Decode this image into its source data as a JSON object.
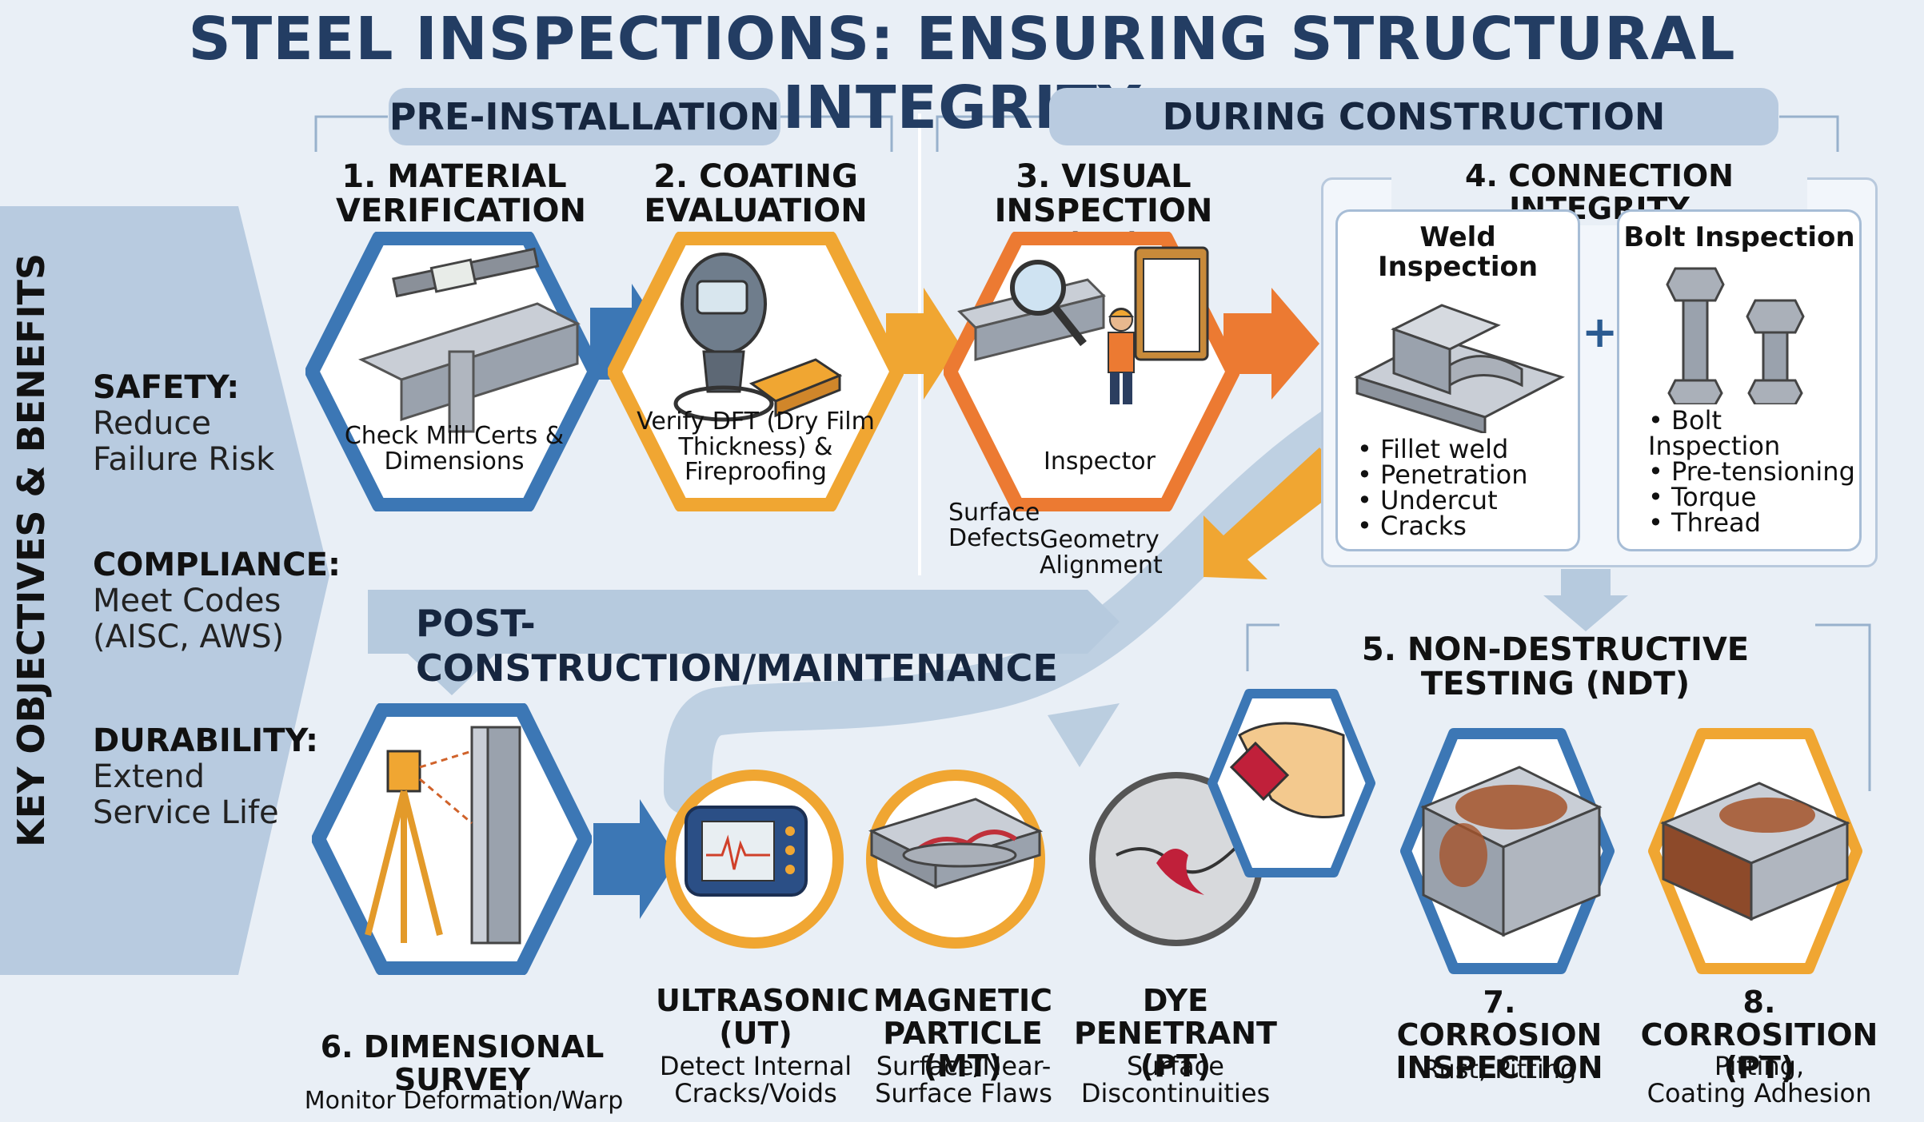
{
  "title": "STEEL INSPECTIONS: ENSURING STRUCTURAL INTEGRITY",
  "sidebar": {
    "heading": "KEY OBJECTIVES & BENEFITS",
    "items": [
      {
        "label": "SAFETY:",
        "text1": "Reduce",
        "text2": "Failure Risk"
      },
      {
        "label": "COMPLIANCE:",
        "text1": "Meet Codes",
        "text2": "(AISC, AWS)"
      },
      {
        "label": "DURABILITY:",
        "text1": "Extend",
        "text2": "Service Life"
      }
    ]
  },
  "phases": {
    "pre": "PRE-INSTALLATION",
    "during": "DURING CONSTRUCTION",
    "post": "POST-CONSTRUCTION/MAINTENANCE"
  },
  "steps": {
    "s1": {
      "title1": "1. MATERIAL",
      "title2": "VERIFICATION",
      "cap1": "Check Mill Certs &",
      "cap2": "Dimensions"
    },
    "s2": {
      "title1": "2. COATING",
      "title2": "EVALUATION",
      "cap1": "Verify DFT (Dry Film",
      "cap2": "Thickness) &",
      "cap3": "Fireproofing"
    },
    "s3": {
      "title1": "3. VISUAL",
      "title2": "INSPECTION (VT)",
      "inspector": "Inspector",
      "surface1": "Surface",
      "surface2": "Defects",
      "geom1": "Geometry",
      "geom2": "Alignment"
    },
    "s4": {
      "title": "4. CONNECTION INTEGRITY",
      "weld": {
        "title": "Weld Inspection",
        "items": [
          "Fillet weld",
          "Penetration",
          "Undercut",
          "Cracks"
        ]
      },
      "plus": "+",
      "bolt": {
        "title": "Bolt Inspection",
        "items": [
          "Bolt Inspection",
          "Pre-tensioning",
          "Torque",
          "Thread"
        ]
      }
    },
    "s5": {
      "title": "5. NON-DESTRUCTIVE TESTING (NDT)"
    },
    "s6": {
      "title1": "6. DIMENSIONAL",
      "title2": "SURVEY",
      "cap": "Monitor Deformation/Warp"
    },
    "ut": {
      "title1": "ULTRASONIC",
      "title2": "(UT)",
      "cap1": "Detect Internal",
      "cap2": "Cracks/Voids",
      "screen": "/\\/\\"
    },
    "mt": {
      "title1": "MAGNETIC",
      "title2": "PARTICLE (MT)",
      "cap1": "Surface/Near-",
      "cap2": "Surface Flaws"
    },
    "pt": {
      "title1": "DYE PENETRANT",
      "title2": "(PT)",
      "cap1": "Surface",
      "cap2": "Discontinuities"
    },
    "s7": {
      "title1": "7. CORROSION",
      "title2": "INSPECTION",
      "cap": "Rust, Pitting"
    },
    "s8": {
      "title1": "8. CORROSITION",
      "title2": "(PT)",
      "cap1": "Pitting,",
      "cap2": "Coating Adhesion"
    }
  },
  "colors": {
    "blue": "#3c77b5",
    "orange": "#f0a632",
    "darkorange": "#ec7a32",
    "navy": "#233d63",
    "arrowPale": "#b6cade"
  }
}
